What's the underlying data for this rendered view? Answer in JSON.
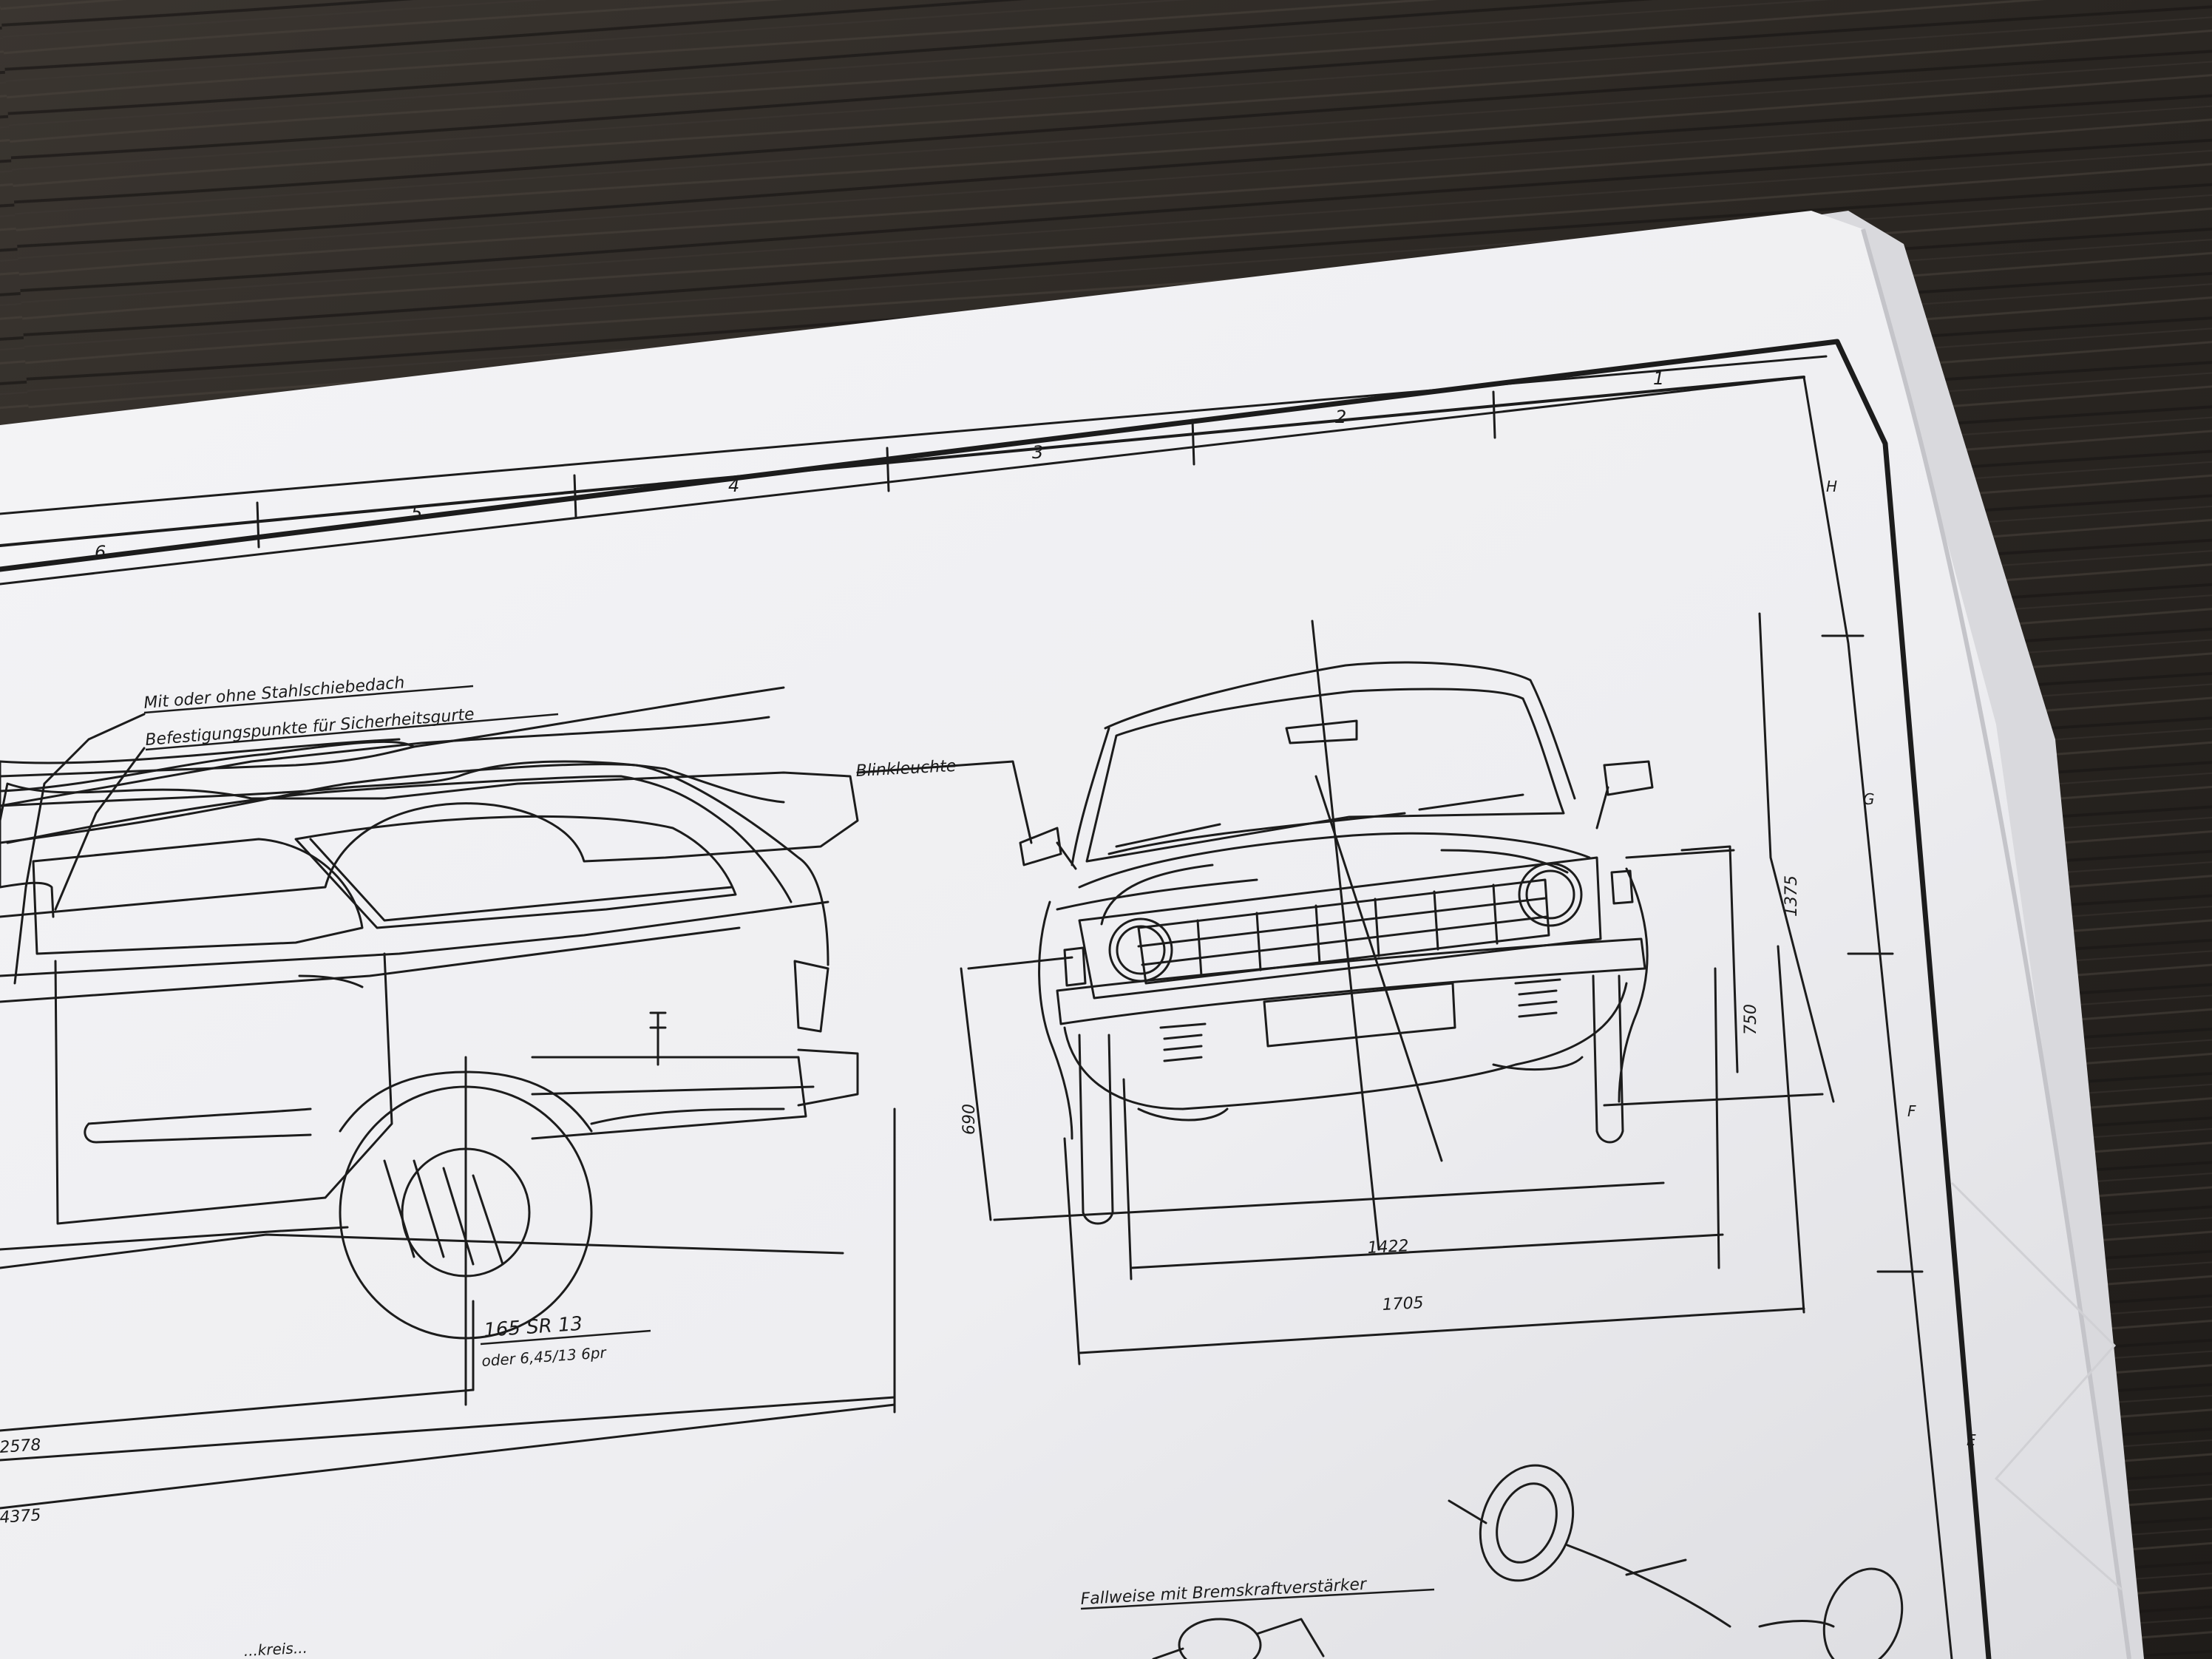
{
  "grid": {
    "columns": [
      "6",
      "5",
      "4",
      "3",
      "2",
      "1"
    ],
    "rows": [
      "H",
      "G",
      "F",
      "E"
    ]
  },
  "side_view": {
    "note_roof": "Mit oder ohne Stahlschiebedach",
    "note_belts": "Befestigungspunkte für Sicherheitsgurte",
    "tire_size": "165 SR 13",
    "tire_alt": "oder  6,45/13  6pr",
    "dim_wheelbase": "2578",
    "dim_length": "4375"
  },
  "front_view": {
    "label_blinker": "Blinkleuchte",
    "dim_height": "1375",
    "dim_bumper": "750",
    "dim_light": "690",
    "dim_track": "1422",
    "dim_width": "1705"
  },
  "brake_section": {
    "note": "Fallweise mit Bremskraftverstärker",
    "note_left": "...kreis..."
  },
  "colors": {
    "table": "#2b2724",
    "paper": "#f2f2f4",
    "ink": "#1c1c1c"
  }
}
